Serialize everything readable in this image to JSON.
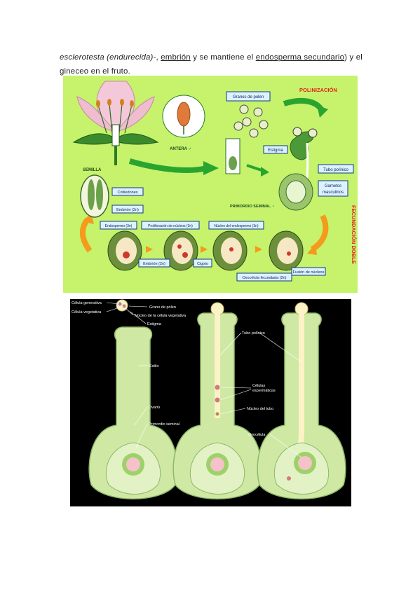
{
  "paragraph": {
    "t1": "esclerotesta (endurecida)",
    "t2": "-, ",
    "t3": "embrión",
    "t4": " y se mantiene el ",
    "t5": "endosperma secundario",
    "t6": ") y el gineceo en el fruto."
  },
  "figure1": {
    "polinizacion": "POLINIZACIÓN",
    "fecundacion": "FECUNDACIÓN DOBLE",
    "granos_polen": "Granos de polen",
    "antera": "ANTERA ♂",
    "estigma": "Estigma",
    "tubo_polinico": "Tubo polínico",
    "gametos": "Gametos",
    "masculinos": "masculinos",
    "primordio": "PRIMORDIO SEMINAL ♀",
    "semilla": "SEMILLA",
    "cotiledones": "Cotiledones",
    "embrion_2n_a": "Embrión (2n)",
    "endospermo": "Endospermo (3n)",
    "proliferacion": "Proliferación de núcleos (3n)",
    "nucleo_endospermo": "Núcleo del endospermo (3n)",
    "embrion_2n_b": "Embrión (2n)",
    "cigoto": "Cigoto",
    "ovocelula_fecundada": "Ovocélula fecundada (2n)",
    "fusion_nucleos": "Fusión de núcleos"
  },
  "figure2": {
    "celula_generativa": "Célula generativa",
    "celula_vegetativa": "Célula vegetativa",
    "grano_polen": "Grano de polen",
    "nucleo_vegetativa": "Núcleo de la célula vegetativa",
    "estigma": "Estigma",
    "estilo": "Estilo",
    "ovario": "Ovario",
    "primordio": "Primordio seminal",
    "tubo_polinico": "Tubo polínico",
    "celulas": "Células",
    "espermaticas": "espermáticas",
    "nucleo_tubo": "Núcleo del tubo",
    "ovocelula": "Ovocélula"
  },
  "colors": {
    "fig1_background": "#c6f26c",
    "fig2_background": "#000000",
    "label_box": "#ddf2ff",
    "label_border": "#0b3a8a",
    "title_red": "#e2231a",
    "arrow_green": "#29a52f",
    "arrow_orange": "#f59a1c",
    "tissue_green": "#cfe9a4"
  }
}
